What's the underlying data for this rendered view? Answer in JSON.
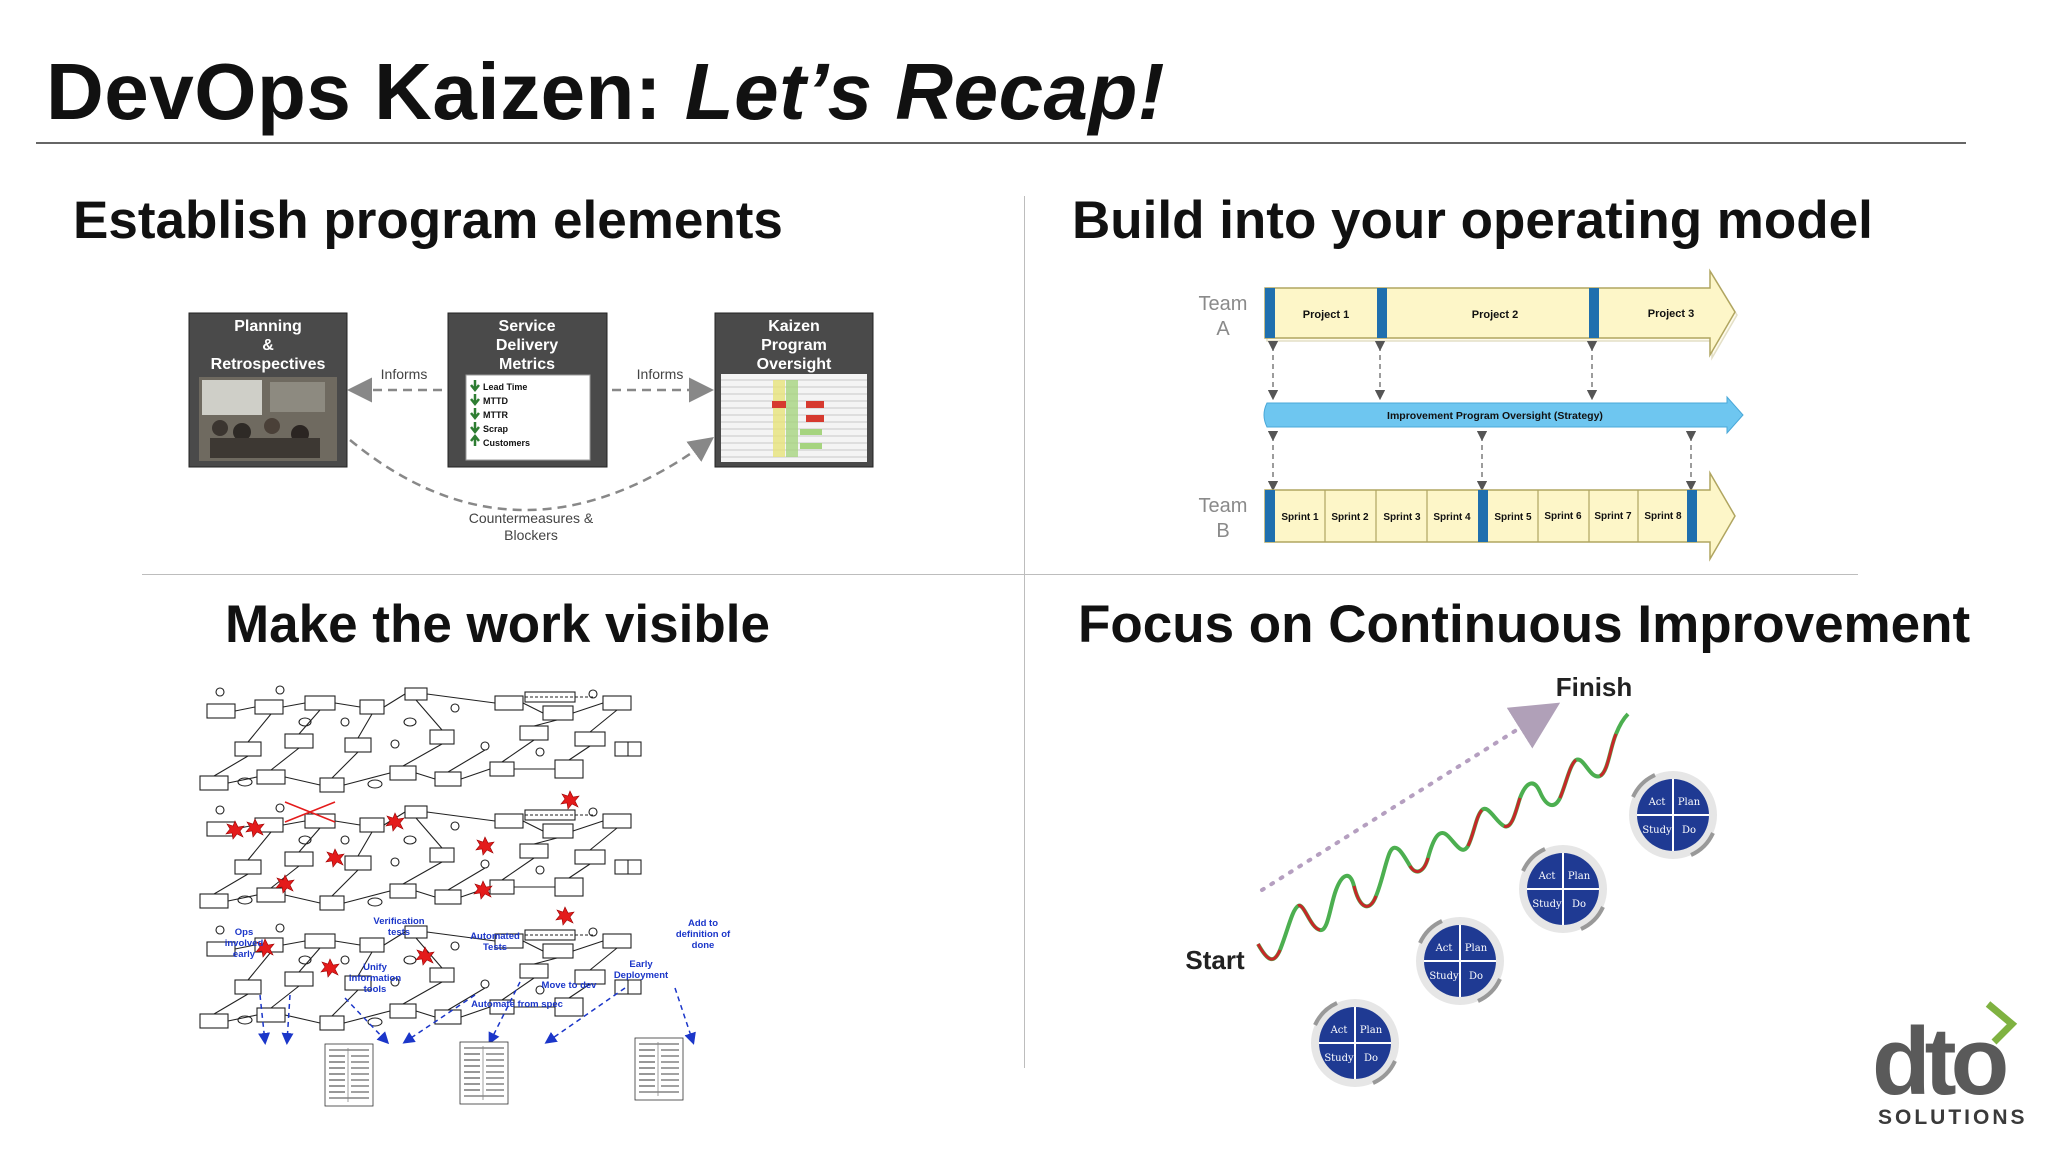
{
  "title": {
    "main": "DevOps Kaizen: ",
    "emphasis": "Let’s Recap!"
  },
  "quadrants": {
    "q1": {
      "title": "Establish program elements",
      "box1": [
        "Planning",
        "&",
        "Retrospectives"
      ],
      "box2": [
        "Service",
        "Delivery",
        "Metrics"
      ],
      "box3": [
        "Kaizen",
        "Program",
        "Oversight"
      ],
      "metrics": [
        {
          "label": "Lead Time",
          "dir": "down"
        },
        {
          "label": "MTTD",
          "dir": "down"
        },
        {
          "label": "MTTR",
          "dir": "down"
        },
        {
          "label": "Scrap",
          "dir": "down"
        },
        {
          "label": "Customers",
          "dir": "up"
        }
      ],
      "informs_1": "Informs",
      "informs_2": "Informs",
      "countermeasures": [
        "Countermeasures &",
        "Blockers"
      ]
    },
    "q2": {
      "title": "Build into your operating model",
      "team_a": [
        "Team",
        "A"
      ],
      "team_b": [
        "Team",
        "B"
      ],
      "projects": [
        "Project 1",
        "Project 2",
        "Project 3"
      ],
      "oversight": "Improvement Program Oversight (Strategy)",
      "sprints": [
        "Sprint 1",
        "Sprint 2",
        "Sprint 3",
        "Sprint 4",
        "Sprint 5",
        "Sprint 6",
        "Sprint 7",
        "Sprint 8"
      ]
    },
    "q3": {
      "title": "Make the work visible",
      "callouts": [
        [
          "Ops",
          "involved",
          "early"
        ],
        [
          "Verification",
          "tests"
        ],
        [
          "Unify",
          "information",
          "tools"
        ],
        [
          "Automated",
          "Tests"
        ],
        [
          "Early",
          "Deployment"
        ],
        [
          "Add to",
          "definition of",
          "done"
        ],
        [
          "Move to dev"
        ],
        [
          "Automate from spec"
        ]
      ]
    },
    "q4": {
      "title": "Focus on Continuous Improvement",
      "finish": "Finish",
      "start": "Start",
      "pdsa": [
        "Act",
        "Plan",
        "Study",
        "Do"
      ]
    }
  },
  "logo": {
    "wordmark": "dto",
    "sub": "SOLUTIONS"
  },
  "colors": {
    "accent_green": "#7fb241",
    "logo_gray": "#5a5a5a",
    "pdsa_blue": "#1f3a93",
    "oversight_blue": "#6ec6f0",
    "bar_yellow": "#fdf6c8"
  }
}
